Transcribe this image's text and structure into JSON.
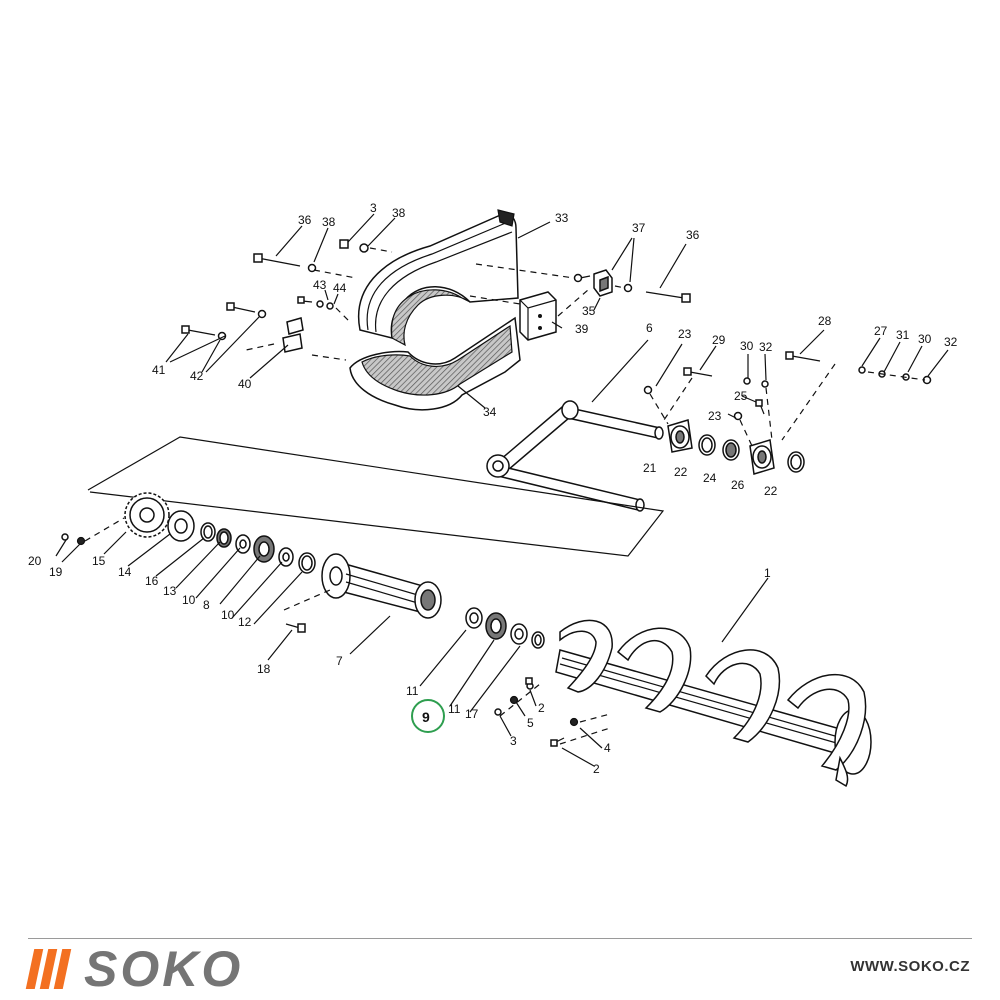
{
  "labels": {
    "l36a": "36",
    "l38a": "38",
    "l3a": "3",
    "l38b": "38",
    "l33": "33",
    "l37": "37",
    "l36b": "36",
    "l35": "35",
    "l39": "39",
    "l43": "43",
    "l44": "44",
    "l41": "41",
    "l42": "42",
    "l40": "40",
    "l34": "34",
    "l6": "6",
    "l23a": "23",
    "l29": "29",
    "l30a": "30",
    "l32a": "32",
    "l28": "28",
    "l27": "27",
    "l31": "31",
    "l30b": "30",
    "l32b": "32",
    "l25": "25",
    "l23b": "23",
    "l21": "21",
    "l22a": "22",
    "l24": "24",
    "l26": "26",
    "l22b": "22",
    "l20": "20",
    "l19": "19",
    "l15": "15",
    "l14": "14",
    "l16": "16",
    "l13": "13",
    "l10a": "10",
    "l8": "8",
    "l10b": "10",
    "l12": "12",
    "l18": "18",
    "l7": "7",
    "l1": "1",
    "l11a": "11",
    "l9": "9",
    "l11b": "11",
    "l17": "17",
    "l2a": "2",
    "l5": "5",
    "l3b": "3",
    "l4": "4",
    "l2b": "2"
  },
  "highlight": {
    "color": "#2e9e4f"
  },
  "footer": {
    "brand": "SOKO",
    "website": "WWW.SOKO.CZ",
    "accent_color": "#f37021",
    "brand_color": "#757575"
  }
}
